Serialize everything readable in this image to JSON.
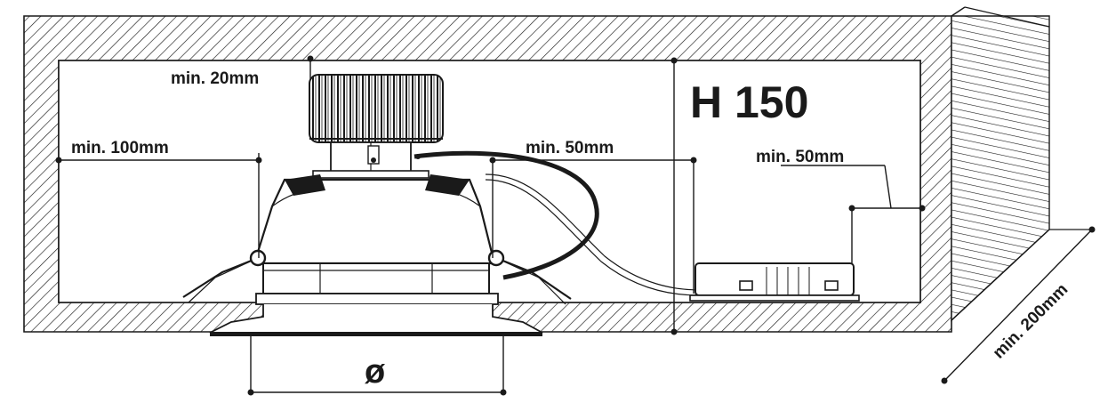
{
  "diagram": {
    "labels": {
      "min_20": "min. 20mm",
      "min_100": "min. 100mm",
      "min_50_center": "min. 50mm",
      "min_50_right": "min. 50mm",
      "h_150": "H 150",
      "diameter": "ø",
      "min_200": "min. 200mm"
    },
    "colors": {
      "ink": "#1a1a1a",
      "background": "#ffffff"
    }
  }
}
